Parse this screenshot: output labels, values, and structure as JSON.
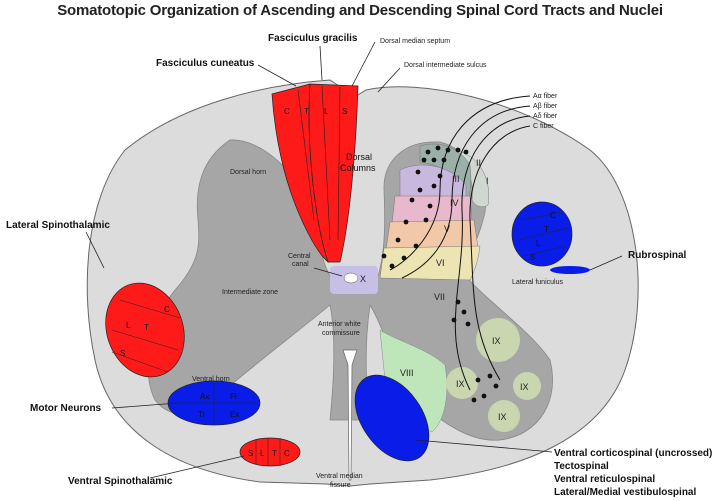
{
  "title": "Somatotopic Organization of Ascending and Descending Spinal Cord Tracts and Nuclei",
  "tracts": {
    "fasciculus_gracilis": "Fasciculus gracilis",
    "fasciculus_cuneatus": "Fasciculus cuneatus",
    "lateral_spinothalamic": "Lateral Spinothalamic",
    "motor_neurons": "Motor Neurons",
    "ventral_spinothalamic": "Ventral Spinothalamic",
    "rubrospinal": "Rubrospinal",
    "ventral_descending": [
      "Ventral corticospinal (uncrossed)",
      "Tectospinal",
      "Ventral reticulospinal",
      "Lateral/Medial vestibulospinal"
    ]
  },
  "landmarks": {
    "dorsal_median_septum": "Dorsal median septum",
    "dorsal_intermediate_sulcus": "Dorsal intermediate sulcus",
    "dorsal_horn": "Dorsal horn",
    "dorsal_columns": [
      "Dorsal",
      "Columns"
    ],
    "central_canal": [
      "Central",
      "canal"
    ],
    "intermediate_zone": "Intermediate zone",
    "anterior_white_commissure": [
      "Anterior white",
      "commissure"
    ],
    "ventral_horn": "Ventral horn",
    "ventral_median_fissure": [
      "Ventral median",
      "fissure"
    ],
    "lateral_funiculus": "Lateral funiculus"
  },
  "fibers": [
    "Aα fiber",
    "Aβ fiber",
    "Aδ fiber",
    "C fiber"
  ],
  "laminae": [
    "I",
    "II",
    "III",
    "IV",
    "V",
    "VI",
    "VII",
    "VIII",
    "IX",
    "IX",
    "IX",
    "IX",
    "X"
  ],
  "dorsal_column_segments": [
    "C",
    "T",
    "L",
    "S"
  ],
  "spinothalamic_segments": [
    "C",
    "T",
    "L",
    "S"
  ],
  "ventral_spinothalamic_segments": [
    "S",
    "L",
    "T",
    "C"
  ],
  "motor_neuron_segments": [
    "Ax",
    "Fl",
    "Tr",
    "Ex"
  ],
  "rubrospinal_segments": [
    "C",
    "T",
    "L",
    "S"
  ],
  "colors": {
    "white_matter": "#dcdcdc",
    "gray_matter": "#a6a6a6",
    "tract_red": "#ff1a1a",
    "tract_blue": "#0a1de8",
    "lamina_I": "#cfd7d0",
    "lamina_II": "#9bb0a8",
    "lamina_III": "#c9b8de",
    "lamina_IV": "#e8b8cc",
    "lamina_V": "#f2c9a8",
    "lamina_VI": "#ede4b4",
    "lamina_VIII": "#bfe6bb",
    "lamina_IX": "#c9d6b0",
    "lamina_X": "#c8bfe6"
  }
}
